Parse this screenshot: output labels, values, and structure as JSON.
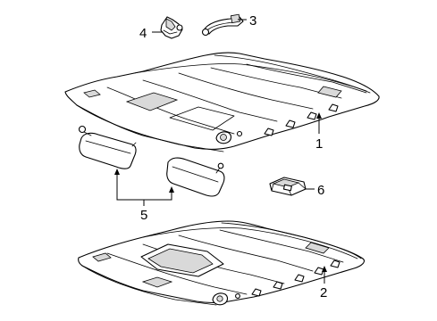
{
  "callouts": {
    "c1": "1",
    "c2": "2",
    "c3": "3",
    "c4": "4",
    "c5": "5",
    "c6": "6"
  },
  "parts": [
    {
      "id": "1",
      "name": "headliner-upper"
    },
    {
      "id": "2",
      "name": "headliner-lower"
    },
    {
      "id": "3",
      "name": "grab-handle"
    },
    {
      "id": "4",
      "name": "visor-clip"
    },
    {
      "id": "5",
      "name": "sun-visors"
    },
    {
      "id": "6",
      "name": "dome-lamp"
    }
  ],
  "colors": {
    "line": "#000000",
    "shade": "#d9d9d9",
    "background": "#ffffff"
  }
}
